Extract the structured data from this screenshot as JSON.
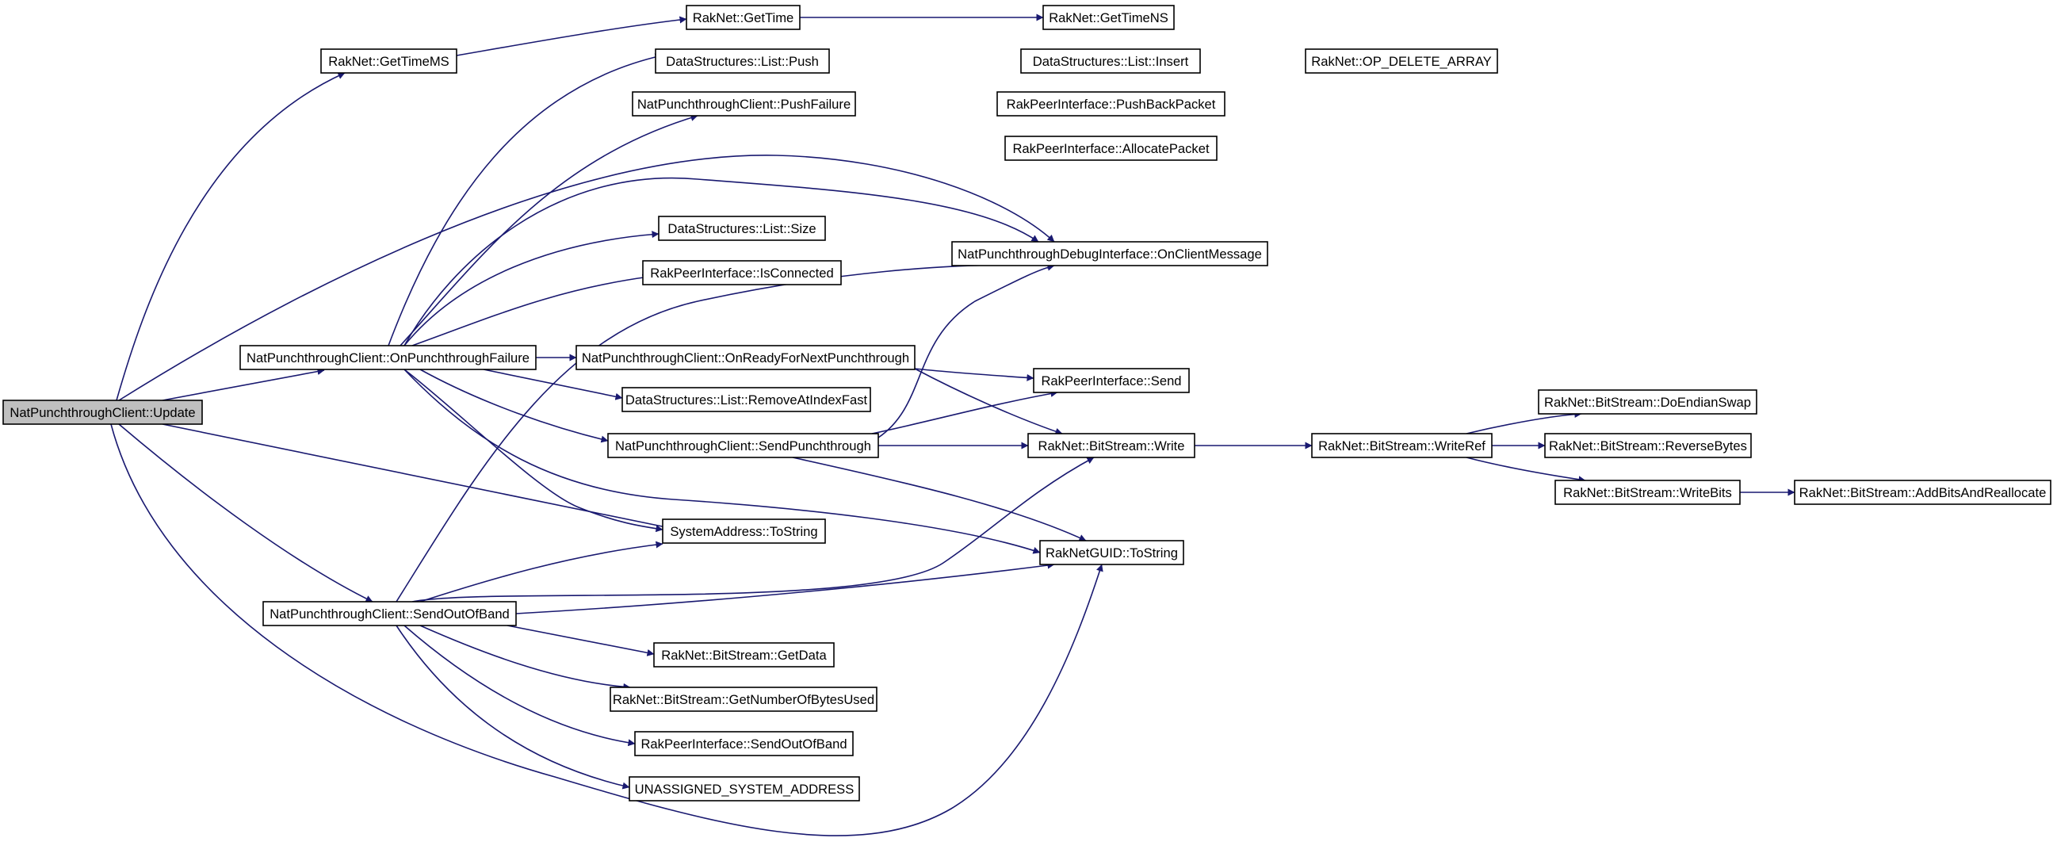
{
  "diagram": {
    "type": "call-graph",
    "colors": {
      "edge": "#191970",
      "node_border": "#000000",
      "root_fill": "#bfbfbf",
      "node_fill": "#ffffff"
    },
    "nodes": [
      {
        "id": "update",
        "label": "NatPunchthroughClient::Update",
        "root": true
      },
      {
        "id": "gettimems",
        "label": "RakNet::GetTimeMS"
      },
      {
        "id": "gettime",
        "label": "RakNet::GetTime"
      },
      {
        "id": "gettimens",
        "label": "RakNet::GetTimeNS"
      },
      {
        "id": "listpush",
        "label": "DataStructures::List::Push"
      },
      {
        "id": "listinsert",
        "label": "DataStructures::List::Insert"
      },
      {
        "id": "opdelete",
        "label": "RakNet::OP_DELETE_ARRAY"
      },
      {
        "id": "pushfailure",
        "label": "NatPunchthroughClient::PushFailure"
      },
      {
        "id": "pushbackpacket",
        "label": "RakPeerInterface::PushBackPacket"
      },
      {
        "id": "allocatepacket",
        "label": "RakPeerInterface::AllocatePacket"
      },
      {
        "id": "listsize",
        "label": "DataStructures::List::Size"
      },
      {
        "id": "onclientmessage",
        "label": "NatPunchthroughDebugInterface::OnClientMessage"
      },
      {
        "id": "isconnected",
        "label": "RakPeerInterface::IsConnected"
      },
      {
        "id": "onpunchfailure",
        "label": "NatPunchthroughClient::OnPunchthroughFailure"
      },
      {
        "id": "onready",
        "label": "NatPunchthroughClient::OnReadyForNextPunchthrough"
      },
      {
        "id": "rakpeersend",
        "label": "RakPeerInterface::Send"
      },
      {
        "id": "removeat",
        "label": "DataStructures::List::RemoveAtIndexFast"
      },
      {
        "id": "sendpunch",
        "label": "NatPunchthroughClient::SendPunchthrough"
      },
      {
        "id": "bswrite",
        "label": "RakNet::BitStream::Write"
      },
      {
        "id": "bswriteref",
        "label": "RakNet::BitStream::WriteRef"
      },
      {
        "id": "doendianswap",
        "label": "RakNet::BitStream::DoEndianSwap"
      },
      {
        "id": "reversebytes",
        "label": "RakNet::BitStream::ReverseBytes"
      },
      {
        "id": "writebits",
        "label": "RakNet::BitStream::WriteBits"
      },
      {
        "id": "addbits",
        "label": "RakNet::BitStream::AddBitsAndReallocate"
      },
      {
        "id": "sysaddrtostring",
        "label": "SystemAddress::ToString"
      },
      {
        "id": "guidtostring",
        "label": "RakNetGUID::ToString"
      },
      {
        "id": "sendoob",
        "label": "NatPunchthroughClient::SendOutOfBand"
      },
      {
        "id": "getdata",
        "label": "RakNet::BitStream::GetData"
      },
      {
        "id": "getnumbytes",
        "label": "RakNet::BitStream::GetNumberOfBytesUsed"
      },
      {
        "id": "rakpeersendoob",
        "label": "RakPeerInterface::SendOutOfBand"
      },
      {
        "id": "unassigned",
        "label": "UNASSIGNED_SYSTEM_ADDRESS"
      }
    ],
    "edges": [
      {
        "from": "update",
        "to": "gettimems"
      },
      {
        "from": "gettimems",
        "to": "gettime"
      },
      {
        "from": "gettime",
        "to": "gettimens"
      },
      {
        "from": "update",
        "to": "onclientmessage"
      },
      {
        "from": "update",
        "to": "onpunchfailure"
      },
      {
        "from": "update",
        "to": "sysaddrtostring"
      },
      {
        "from": "update",
        "to": "sendoob"
      },
      {
        "from": "update",
        "to": "guidtostring"
      },
      {
        "from": "onpunchfailure",
        "to": "listpush"
      },
      {
        "from": "onpunchfailure",
        "to": "pushfailure"
      },
      {
        "from": "onpunchfailure",
        "to": "onclientmessage"
      },
      {
        "from": "onpunchfailure",
        "to": "listsize"
      },
      {
        "from": "onpunchfailure",
        "to": "isconnected"
      },
      {
        "from": "onpunchfailure",
        "to": "onready"
      },
      {
        "from": "onpunchfailure",
        "to": "removeat"
      },
      {
        "from": "onpunchfailure",
        "to": "sendpunch"
      },
      {
        "from": "onpunchfailure",
        "to": "sysaddrtostring"
      },
      {
        "from": "onpunchfailure",
        "to": "guidtostring"
      },
      {
        "from": "listpush",
        "to": "listinsert"
      },
      {
        "from": "listinsert",
        "to": "opdelete"
      },
      {
        "from": "pushfailure",
        "to": "pushbackpacket"
      },
      {
        "from": "pushfailure",
        "to": "allocatepacket"
      },
      {
        "from": "onready",
        "to": "rakpeersend"
      },
      {
        "from": "onready",
        "to": "bswrite"
      },
      {
        "from": "sendpunch",
        "to": "onclientmessage"
      },
      {
        "from": "sendpunch",
        "to": "rakpeersend"
      },
      {
        "from": "sendpunch",
        "to": "bswrite"
      },
      {
        "from": "sendpunch",
        "to": "guidtostring"
      },
      {
        "from": "bswrite",
        "to": "bswriteref"
      },
      {
        "from": "bswriteref",
        "to": "doendianswap"
      },
      {
        "from": "bswriteref",
        "to": "reversebytes"
      },
      {
        "from": "bswriteref",
        "to": "writebits"
      },
      {
        "from": "writebits",
        "to": "addbits"
      },
      {
        "from": "sendoob",
        "to": "onclientmessage"
      },
      {
        "from": "sendoob",
        "to": "sysaddrtostring"
      },
      {
        "from": "sendoob",
        "to": "bswrite"
      },
      {
        "from": "sendoob",
        "to": "guidtostring"
      },
      {
        "from": "sendoob",
        "to": "getdata"
      },
      {
        "from": "sendoob",
        "to": "getnumbytes"
      },
      {
        "from": "sendoob",
        "to": "rakpeersendoob"
      },
      {
        "from": "sendoob",
        "to": "unassigned"
      }
    ]
  }
}
